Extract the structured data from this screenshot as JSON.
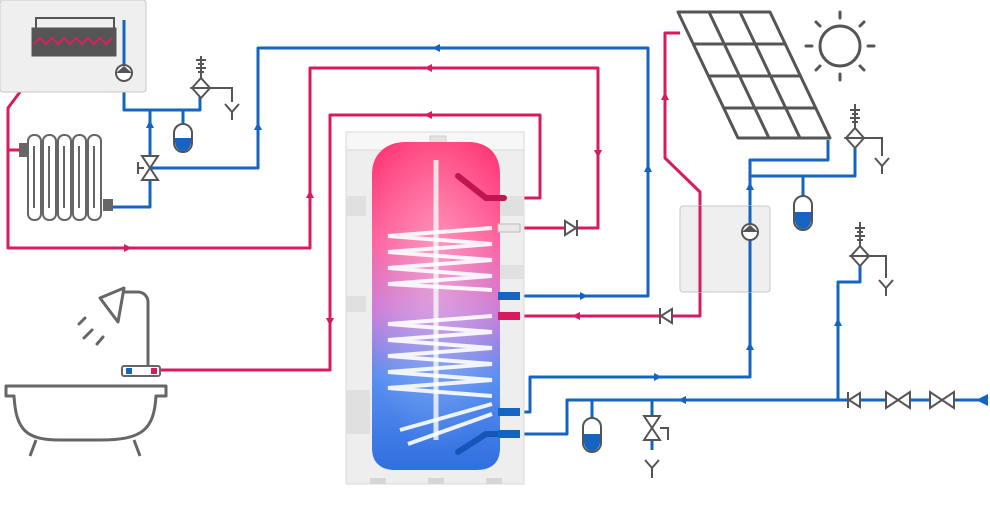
{
  "diagram": {
    "colors": {
      "hot": "#d81b60",
      "cold": "#1565c0",
      "equipment_stroke": "#6b6b6b",
      "equipment_fill": "#f2f2f2",
      "tank_body": "#ececec",
      "tank_hot": "#ff3b7a",
      "tank_cold": "#3f7fe0"
    },
    "components": [
      {
        "id": "boiler",
        "icon": "boiler-icon"
      },
      {
        "id": "radiator",
        "icon": "radiator-icon"
      },
      {
        "id": "solar_collector",
        "icon": "solar-panel-icon"
      },
      {
        "id": "sun",
        "icon": "sun-icon"
      },
      {
        "id": "storage_tank",
        "icon": "water-tank-icon"
      },
      {
        "id": "solar_station",
        "icon": "pump-station-icon"
      },
      {
        "id": "bathtub",
        "icon": "bathtub-icon"
      },
      {
        "id": "shower",
        "icon": "shower-icon"
      },
      {
        "id": "mixer",
        "icon": "mixer-tap-icon"
      },
      {
        "id": "expansion_vessels",
        "icon": "expansion-vessel-icon",
        "count": 3
      },
      {
        "id": "safety_valves",
        "icon": "safety-valve-icon",
        "count": 3
      },
      {
        "id": "check_valves",
        "icon": "check-valve-icon",
        "count": 3
      },
      {
        "id": "shutoff_valves",
        "icon": "gate-valve-icon",
        "count": 2
      },
      {
        "id": "drains",
        "icon": "drain-funnel-icon",
        "count": 4
      }
    ]
  }
}
